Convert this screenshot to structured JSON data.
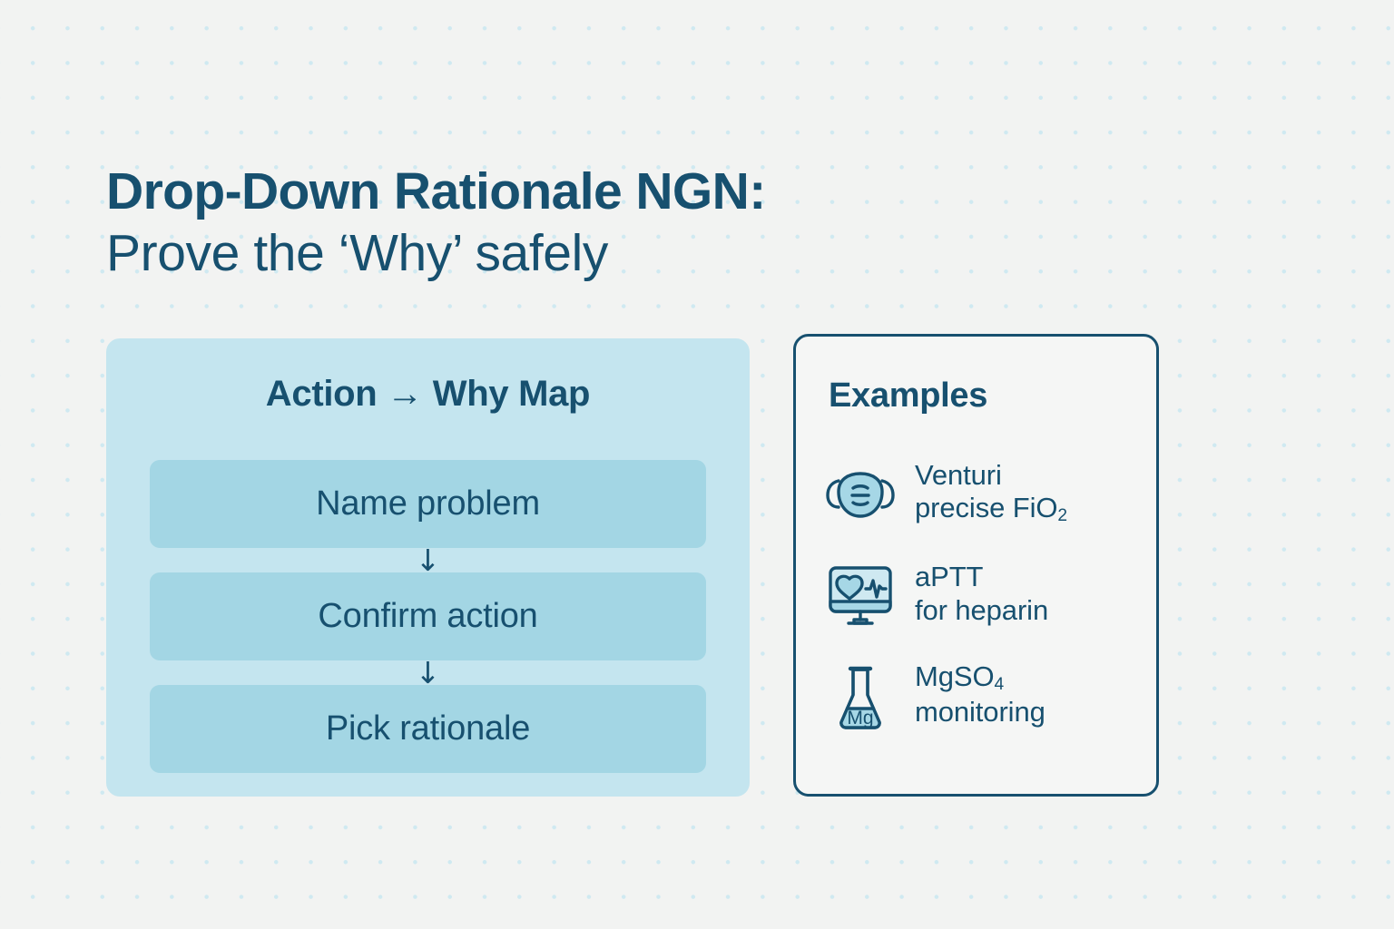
{
  "title": {
    "line1": "Drop-Down Rationale NGN:",
    "line2": "Prove the ‘Why’ safely"
  },
  "flow_card": {
    "heading": "Action → Why Map",
    "steps": [
      {
        "label": "Name problem"
      },
      {
        "label": "Confirm action"
      },
      {
        "label": "Pick rationale"
      }
    ],
    "arrow_glyph": "↓"
  },
  "examples_card": {
    "heading": "Examples",
    "items": [
      {
        "icon": "face-mask-icon",
        "line1": "Venturi",
        "line2_prefix": "precise FiO",
        "line2_sub": "2",
        "line2_suffix": ""
      },
      {
        "icon": "heart-monitor-icon",
        "line1": "aPTT",
        "line2_prefix": "for heparin",
        "line2_sub": "",
        "line2_suffix": ""
      },
      {
        "icon": "flask-mg-icon",
        "line1": "MgSO",
        "line1_sub": "4",
        "line2_prefix": "monitoring",
        "line2_sub": "",
        "line2_suffix": ""
      }
    ],
    "flask_label": "Mg"
  },
  "colors": {
    "navy": "#17506f",
    "card_blue": "#c4e5ef",
    "step_blue": "#a3d6e4",
    "icon_fill": "#a6d7e6",
    "background": "#f2f3f2",
    "dot": "#cfe9f1"
  }
}
